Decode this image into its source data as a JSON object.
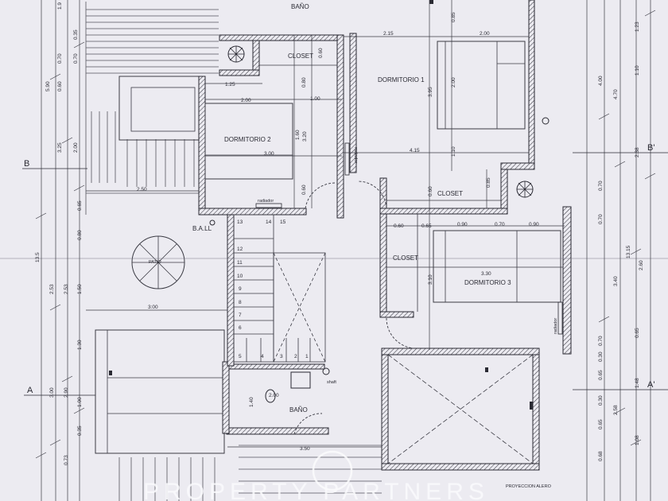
{
  "rooms": {
    "bano_top": "BAÑO",
    "closet_1": "CLOSET",
    "dormitorio_1": "DORMITORIO 1",
    "dormitorio_2": "DORMITORIO 2",
    "closet_2": "CLOSET",
    "closet_3": "CLOSET",
    "dormitorio_3": "DORMITORIO 3",
    "patio": "PATIO",
    "ball": "B.A.LL",
    "bano_bottom": "BAÑO",
    "shaft": "shaft",
    "radiador_1": "radiador",
    "radiador_2": "radiador",
    "radiador_3": "radiador",
    "proyeccion": "PROYECCION ALERO"
  },
  "axes": {
    "b_left": "B",
    "b_right": "B'",
    "a_left": "A",
    "a_right": "A'"
  },
  "dimensions": {
    "d215": "2.15",
    "d200a": "2.00",
    "d085a": "0.85",
    "d060a": "0.60",
    "d125": "1.25",
    "d080": "0.80",
    "d100": "1.00",
    "d200b": "2.00",
    "d395": "3.95",
    "d200c": "2.00",
    "d320": "3.20",
    "d160": "1.60",
    "d300": "3.00",
    "d415": "4.15",
    "d110a": "1.10",
    "d250": "2.50",
    "d060b": "0.60",
    "d060c": "0.60",
    "d085b": "0.85",
    "d060d": "0.60",
    "d065": "0.65",
    "d090a": "0.90",
    "d070a": "0.70",
    "d090b": "0.90",
    "d330": "3.30",
    "d310": "3.10",
    "d300b": "3:00",
    "d200d": "2.00",
    "d140": "1.40",
    "d350": "3.50",
    "s13": "13",
    "s14": "14",
    "s15": "15",
    "s12": "12",
    "s11": "11",
    "s10": "10",
    "s9": "9",
    "s8": "8",
    "s7": "7",
    "s6": "6",
    "s5": "5",
    "s4": "4",
    "s3": "3",
    "s2": "2",
    "s1": "1",
    "l590": "5.90",
    "l070": "0.70",
    "l060": "0.60",
    "l325": "3.25",
    "l135": "13.5",
    "l253a": "2.53",
    "l253b": "2.53",
    "l150": "1.50",
    "l130": "1.30",
    "l300": "3.00",
    "l290": "2.90",
    "l100": "1.00",
    "l200": "2.00",
    "l065": "0.65",
    "l080": "0.80",
    "l035": "0.35",
    "l073": "0.73",
    "l19": "1.9",
    "l07b": "0.70",
    "l035b": "0.35",
    "r123": "1.23",
    "r110": "1.10",
    "r400": "4.00",
    "r470": "4.70",
    "r238": "2.38",
    "r070a": "0.70",
    "r070b": "0.70",
    "r1315": "13.15",
    "r260": "2.60",
    "r340": "3.40",
    "r065a": "0.65",
    "r070c": "0.70",
    "r148": "1.48",
    "r258": "2.58",
    "r108": "1.08",
    "r068": "0.68",
    "r065b": "0.65",
    "r030": "0.30",
    "r065c": "0.65",
    "r030b": "0.30"
  },
  "watermark": "PROPERTY PARTNERS"
}
